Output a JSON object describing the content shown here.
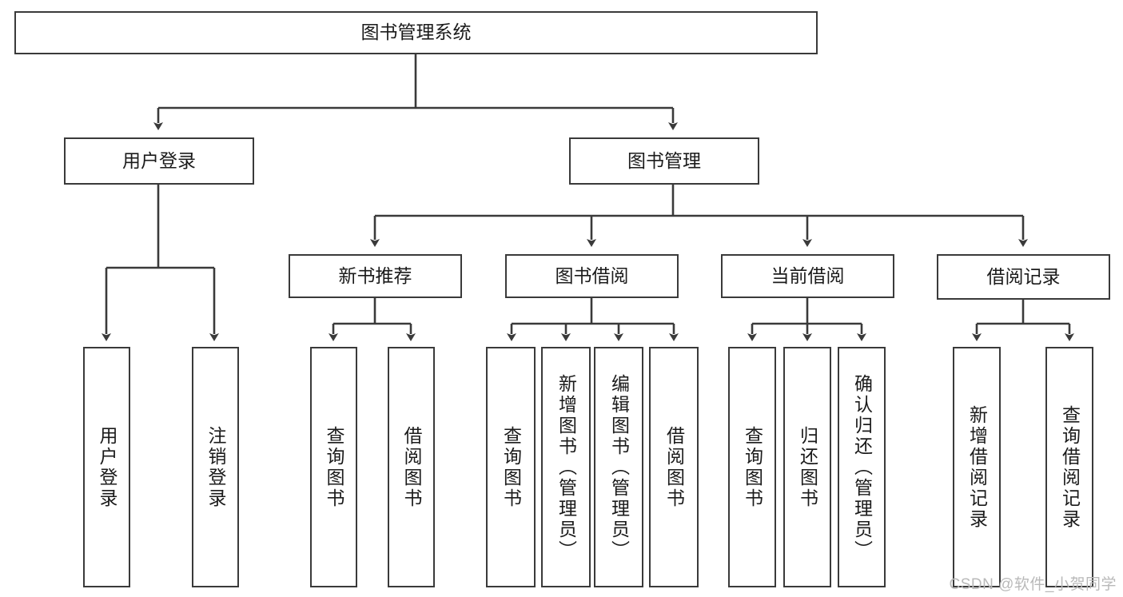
{
  "diagram": {
    "title": "图书管理系统",
    "type": "tree-hierarchy",
    "watermark": "CSDN @软件_小贺同学",
    "colors": {
      "box_border": "#3a3a3a",
      "box_fill": "#ffffff",
      "edge": "#3a3a3a",
      "text": "#1b1b1b",
      "watermark": "#b9b9b9",
      "background": "#ffffff"
    },
    "nodes": {
      "root": {
        "label": "图书管理系统"
      },
      "level1": [
        {
          "id": "user-login",
          "label": "用户登录"
        },
        {
          "id": "book-manage",
          "label": "图书管理"
        }
      ],
      "level2": [
        {
          "id": "new-book-recommend",
          "label": "新书推荐"
        },
        {
          "id": "book-borrow",
          "label": "图书借阅"
        },
        {
          "id": "current-borrow",
          "label": "当前借阅"
        },
        {
          "id": "borrow-record",
          "label": "借阅记录"
        }
      ],
      "leaves": {
        "user-login": [
          {
            "id": "leaf-user-login",
            "label": "用户登录"
          },
          {
            "id": "leaf-logout-login",
            "label": "注销登录"
          }
        ],
        "new-book-recommend": [
          {
            "id": "leaf-query-book-1",
            "label": "查询图书"
          },
          {
            "id": "leaf-borrow-book-1",
            "label": "借阅图书"
          }
        ],
        "book-borrow": [
          {
            "id": "leaf-query-book-2",
            "label": "查询图书"
          },
          {
            "id": "leaf-add-book",
            "label": "新增图书（管理员）"
          },
          {
            "id": "leaf-edit-book",
            "label": "编辑图书（管理员）"
          },
          {
            "id": "leaf-borrow-book-2",
            "label": "借阅图书"
          }
        ],
        "current-borrow": [
          {
            "id": "leaf-query-book-3",
            "label": "查询图书"
          },
          {
            "id": "leaf-return-book",
            "label": "归还图书"
          },
          {
            "id": "leaf-confirm-return",
            "label": "确认归还（管理员）"
          }
        ],
        "borrow-record": [
          {
            "id": "leaf-add-record",
            "label": "新增借阅记录"
          },
          {
            "id": "leaf-query-record",
            "label": "查询借阅记录"
          }
        ]
      }
    }
  }
}
